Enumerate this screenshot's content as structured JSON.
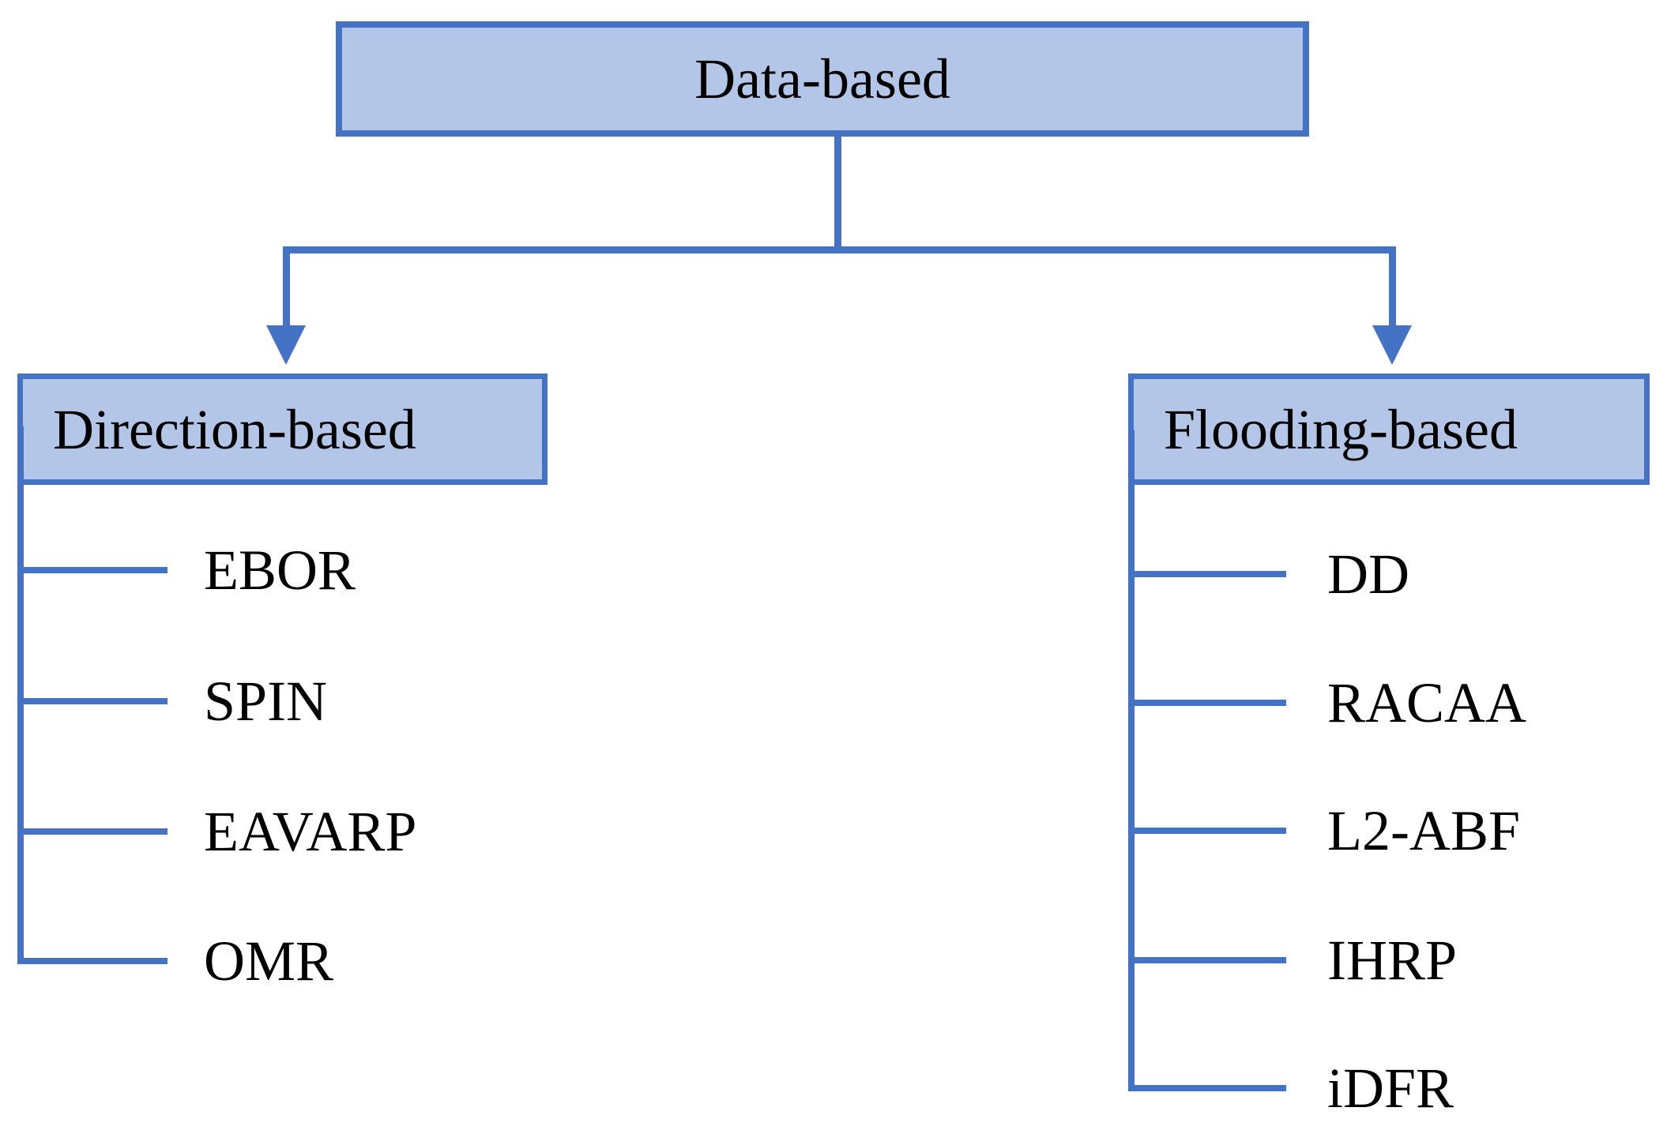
{
  "diagram": {
    "root": {
      "label": "Data-based"
    },
    "branches": [
      {
        "label": "Direction-based",
        "children": [
          "EBOR",
          "SPIN",
          "EAVARP",
          "OMR"
        ]
      },
      {
        "label": "Flooding-based",
        "children": [
          "DD",
          "RACAA",
          "L2-ABF",
          "IHRP",
          "iDFR"
        ]
      }
    ],
    "colors": {
      "accent": "#4472c4",
      "fill": "#b4c6e7",
      "text": "#000000"
    }
  }
}
